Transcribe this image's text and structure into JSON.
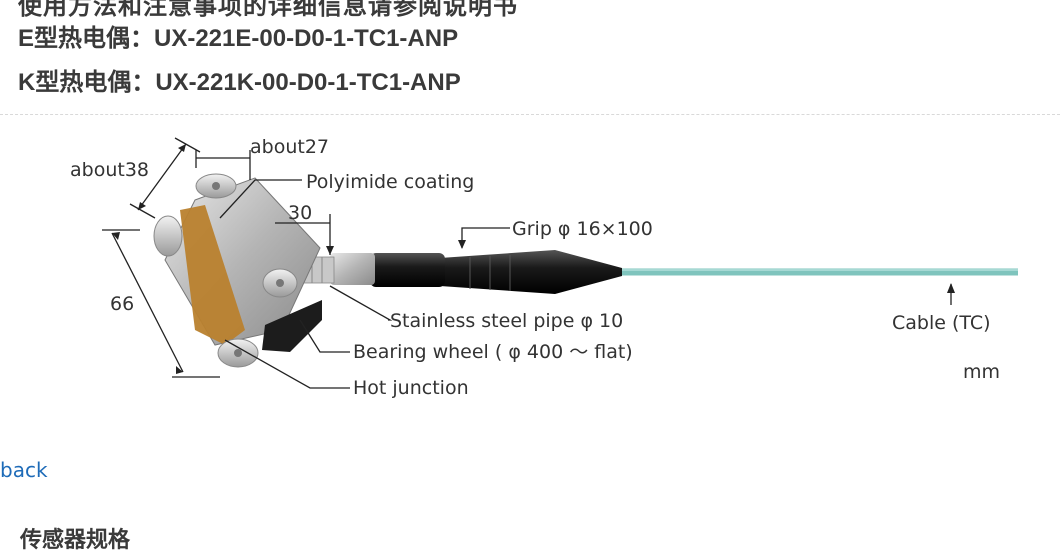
{
  "header": {
    "cut_text": "使用方法和注意事项的详细信息请参阅说明书",
    "models": [
      {
        "label": "E型热电偶：UX-221E-00-D0-1-TC1-ANP"
      },
      {
        "label": "K型热电偶：UX-221K-00-D0-1-TC1-ANP"
      }
    ]
  },
  "diagram": {
    "labels": {
      "about38": "about38",
      "about27": "about27",
      "polyimide": "Polyimide coating",
      "thirty": "30",
      "grip": "Grip φ 16×100",
      "sixty_six": "66",
      "stainless": "Stainless steel pipe φ 10",
      "bearing": "Bearing wheel ( φ 400 ～ flat)",
      "hot_junction": "Hot junction",
      "cable": "Cable (TC)",
      "unit": "mm"
    },
    "colors": {
      "cable": "#7fc4bd",
      "coating": "#b9812e",
      "handle": "#1c1c1c"
    }
  },
  "footer": {
    "back_label": "back",
    "cut_text": "传感器规格"
  }
}
